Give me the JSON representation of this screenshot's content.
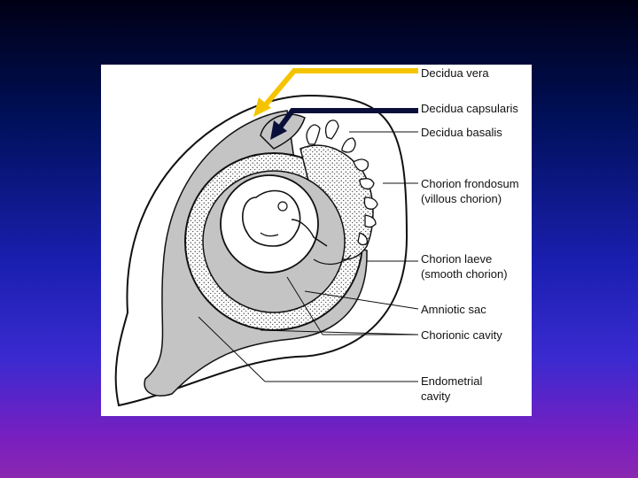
{
  "labels": {
    "decidua_vera": "Decidua vera",
    "decidua_capsularis": "Decidua capsularis",
    "decidua_basalis": "Decidua basalis",
    "chorion_frondosum": "Chorion frondosum",
    "villous_chorion": "(villous chorion)",
    "chorion_laeve": "Chorion laeve",
    "smooth_chorion": "(smooth chorion)",
    "amniotic_sac": "Amniotic sac",
    "chorionic_cavity": "Chorionic cavity",
    "endometrial": "Endometrial",
    "cavity": "cavity"
  },
  "colors": {
    "yellow_arrow": "#f5c400",
    "navy_arrow": "#0a0f3a",
    "tissue_gray": "#c4c4c4"
  }
}
